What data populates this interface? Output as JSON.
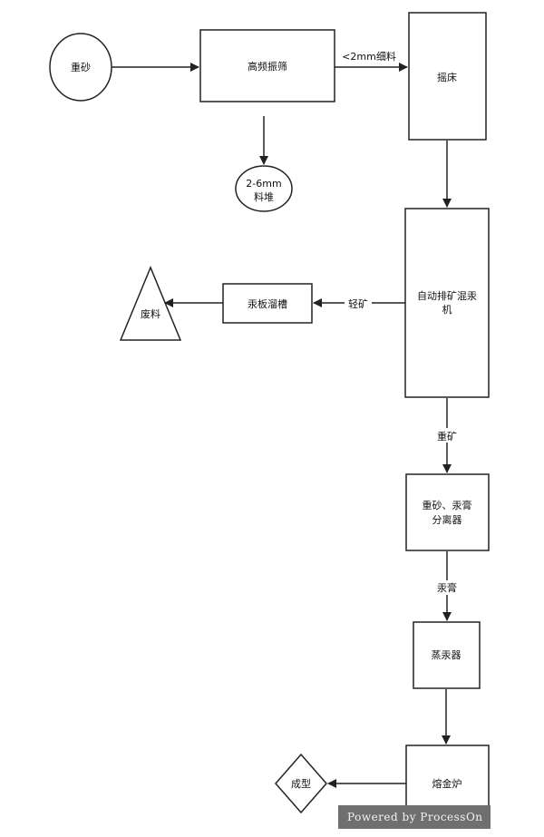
{
  "nodes": {
    "zhongsha": "重砂",
    "gaopin_zhenshai": "高频振筛",
    "liaodui_line1": "2-6mm",
    "liaodui_line2": "料堆",
    "yaochuang": "摇床",
    "zidong_line1": "自动排矿混汞",
    "zidong_line2": "机",
    "gongban_liucao": "汞板溜槽",
    "feiliao": "废料",
    "fenliqi_line1": "重砂、汞膏",
    "fenliqi_line2": "分离器",
    "zhenggongqi": "蒸汞器",
    "rongjinlu": "熔金炉",
    "chengxing": "成型"
  },
  "edges": {
    "fine_material": "<2mm细料",
    "light_ore": "轻矿",
    "heavy_ore": "重矿",
    "amalgam": "汞膏"
  },
  "watermark": "Powered by ProcessOn"
}
